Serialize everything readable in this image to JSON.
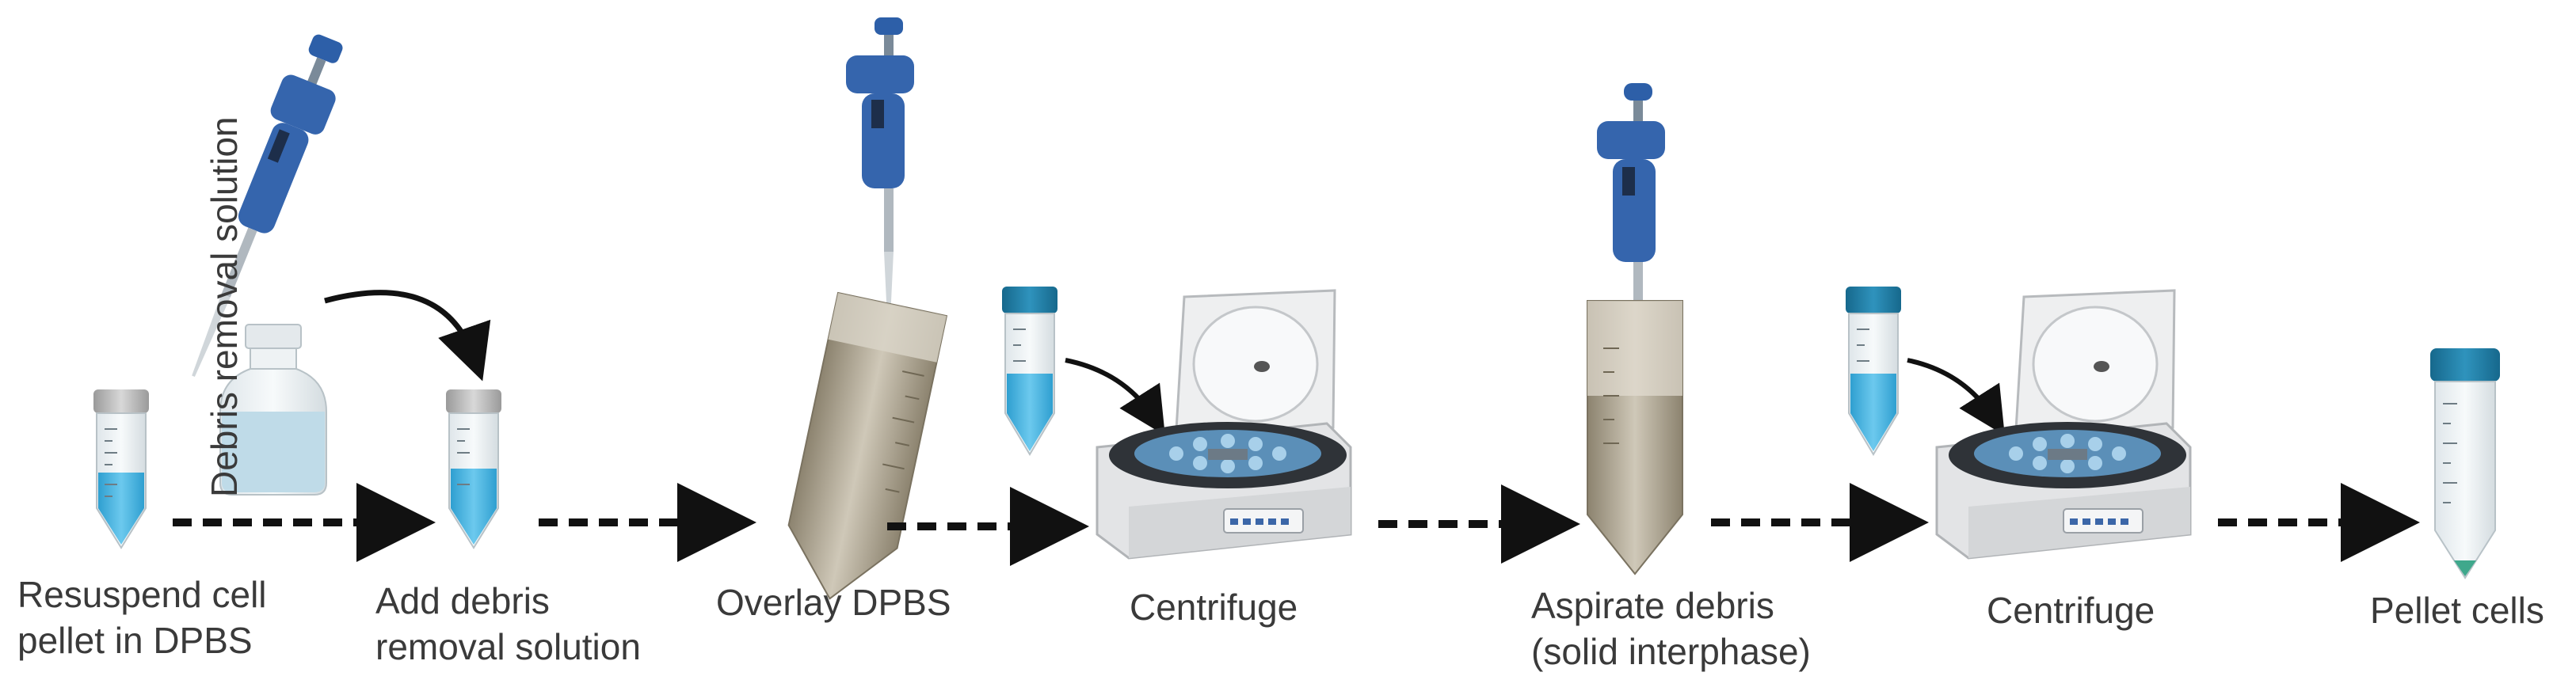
{
  "steps": [
    {
      "line1": "Resuspend cell",
      "line2": "pellet in DPBS"
    },
    {
      "line1": "Add debris",
      "line2": "removal solution"
    },
    {
      "line1": "Overlay DPBS",
      "line2": ""
    },
    {
      "line1": "Centrifuge",
      "line2": ""
    },
    {
      "line1": "Aspirate debris",
      "line2": "(solid interphase)"
    },
    {
      "line1": "Centrifuge",
      "line2": ""
    },
    {
      "line1": "Pellet cells",
      "line2": ""
    }
  ],
  "reagent_label": "Debris removal solution",
  "colors": {
    "liquid": "#4fb6e0",
    "cap_blue": "#1f7fa8",
    "pipette_blue": "#3565ad",
    "arrow": "#111111",
    "centrifuge_body": "#e6e7e8",
    "tube_brown": "#a89f8c",
    "pellet_green": "#3fa88c"
  }
}
